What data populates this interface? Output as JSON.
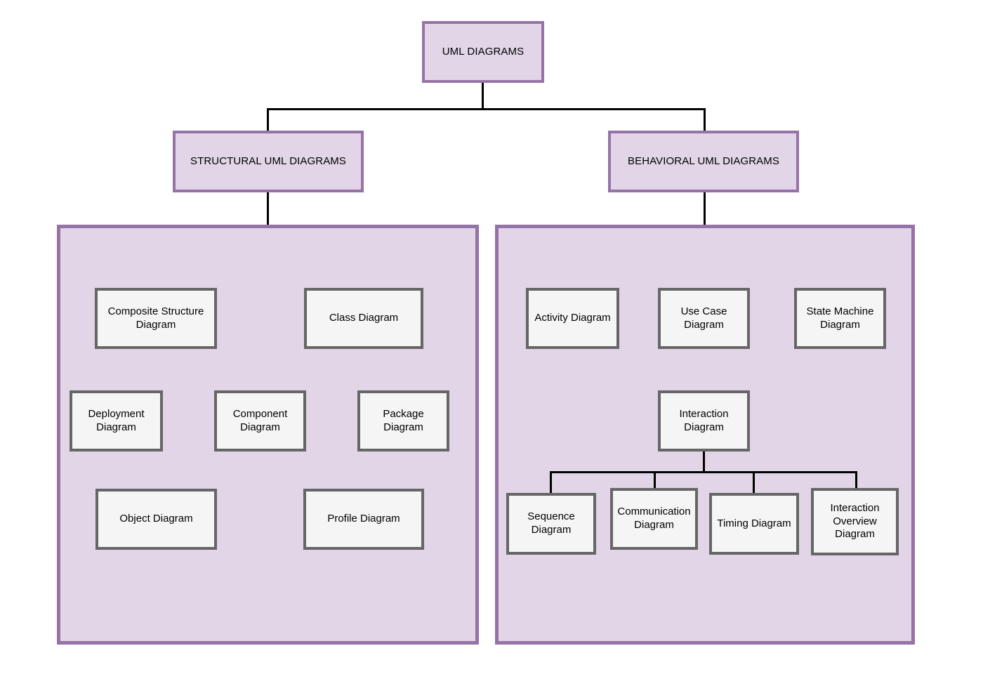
{
  "diagram": {
    "title": "UML DIAGRAMS",
    "type": "hierarchy-tree",
    "colors": {
      "category_fill": "#E1D5E7",
      "category_border": "#9673A6",
      "leaf_fill": "#F5F5F5",
      "leaf_border": "#666666",
      "connector": "#000000",
      "background": "#FFFFFF"
    }
  },
  "root": {
    "label": "UML DIAGRAMS"
  },
  "branches": [
    {
      "key": "structural",
      "label": "STRUCTURAL UML DIAGRAMS",
      "children": [
        {
          "label": "Composite Structure Diagram"
        },
        {
          "label": "Class Diagram"
        },
        {
          "label": "Deployment Diagram"
        },
        {
          "label": "Component Diagram"
        },
        {
          "label": "Package Diagram"
        },
        {
          "label": "Object Diagram"
        },
        {
          "label": "Profile Diagram"
        }
      ]
    },
    {
      "key": "behavioral",
      "label": "BEHAVIORAL UML DIAGRAMS",
      "children": [
        {
          "label": "Activity Diagram"
        },
        {
          "label": "Use Case Diagram"
        },
        {
          "label": "State Machine Diagram"
        },
        {
          "label": "Interaction Diagram"
        }
      ],
      "interaction_children": [
        {
          "label": "Sequence Diagram"
        },
        {
          "label": "Communication Diagram"
        },
        {
          "label": "Timing Diagram"
        },
        {
          "label": "Interaction Overview Diagram"
        }
      ]
    }
  ]
}
